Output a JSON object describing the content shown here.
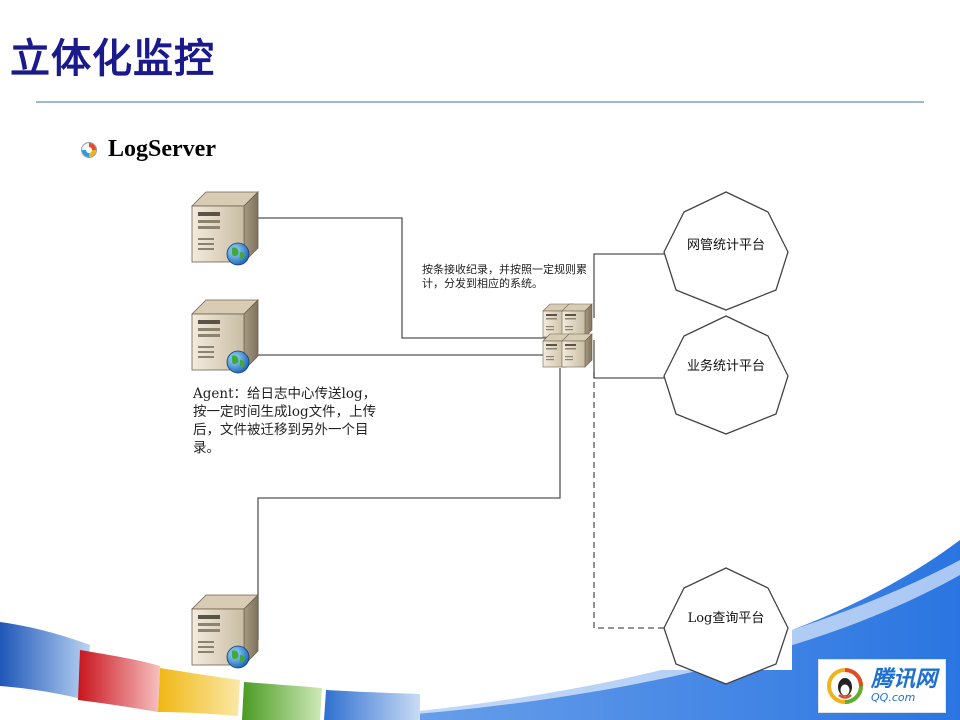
{
  "slide": {
    "title": "立体化监控",
    "bullet": "LogServer"
  },
  "notes": {
    "center": "按条接收纪录，并按照一定规则累计，分发到相应的系统。",
    "agent": "Agent：给日志中心传送log，按一定时间生成log文件，上传后，文件被迁移到另外一个目录。"
  },
  "platforms": [
    {
      "label": "网管统计平台"
    },
    {
      "label": "业务统计平台"
    },
    {
      "label": "Log查询平台"
    }
  ],
  "logo": {
    "cn": "腾讯网",
    "en": "QQ.com"
  },
  "colors": {
    "title": "#1a1a8c",
    "rule": "#9db6e0",
    "footer_blue": "#1f57b8",
    "footer_red": "#d8262c",
    "footer_yellow": "#f2c232",
    "footer_green": "#5fae32"
  }
}
